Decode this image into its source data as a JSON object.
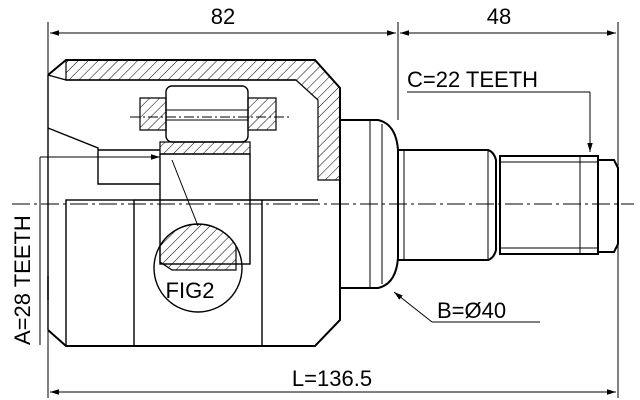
{
  "dimensions": {
    "top_left": "82",
    "top_right": "48",
    "bottom_total": "L=136.5"
  },
  "labels": {
    "spline_outer": "C=22 TEETH",
    "spline_inner": "A=28 TEETH",
    "shaft_diameter": "B=Ø40",
    "figure_ref": "FIG2"
  }
}
